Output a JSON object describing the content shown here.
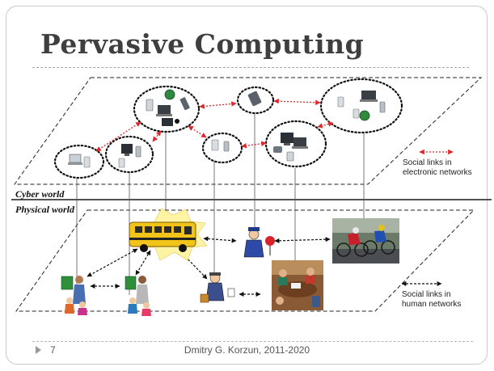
{
  "slide": {
    "title": "Pervasive Computing",
    "page_number": "7",
    "footer": "Dmitry G.  Korzun, 2011-2020"
  },
  "diagram": {
    "cyber_label": "Cyber world",
    "physical_label": "Physical world",
    "cyber_legend": [
      "Social links in",
      "electronic networks"
    ],
    "physical_legend": [
      "Social links in",
      "human networks"
    ],
    "colors": {
      "electronic_link": "#e0282a",
      "human_link": "#111111",
      "separator": "#1a1a1a",
      "bus": "#f2c318"
    },
    "icons": [
      "laptop-icon",
      "pda-icon",
      "phone-icon",
      "camera-icon",
      "desktop-icon",
      "school-bus-icon",
      "cyclists-photo",
      "meeting-photo",
      "teacher-icon",
      "police-icon",
      "businessman-icon"
    ]
  }
}
